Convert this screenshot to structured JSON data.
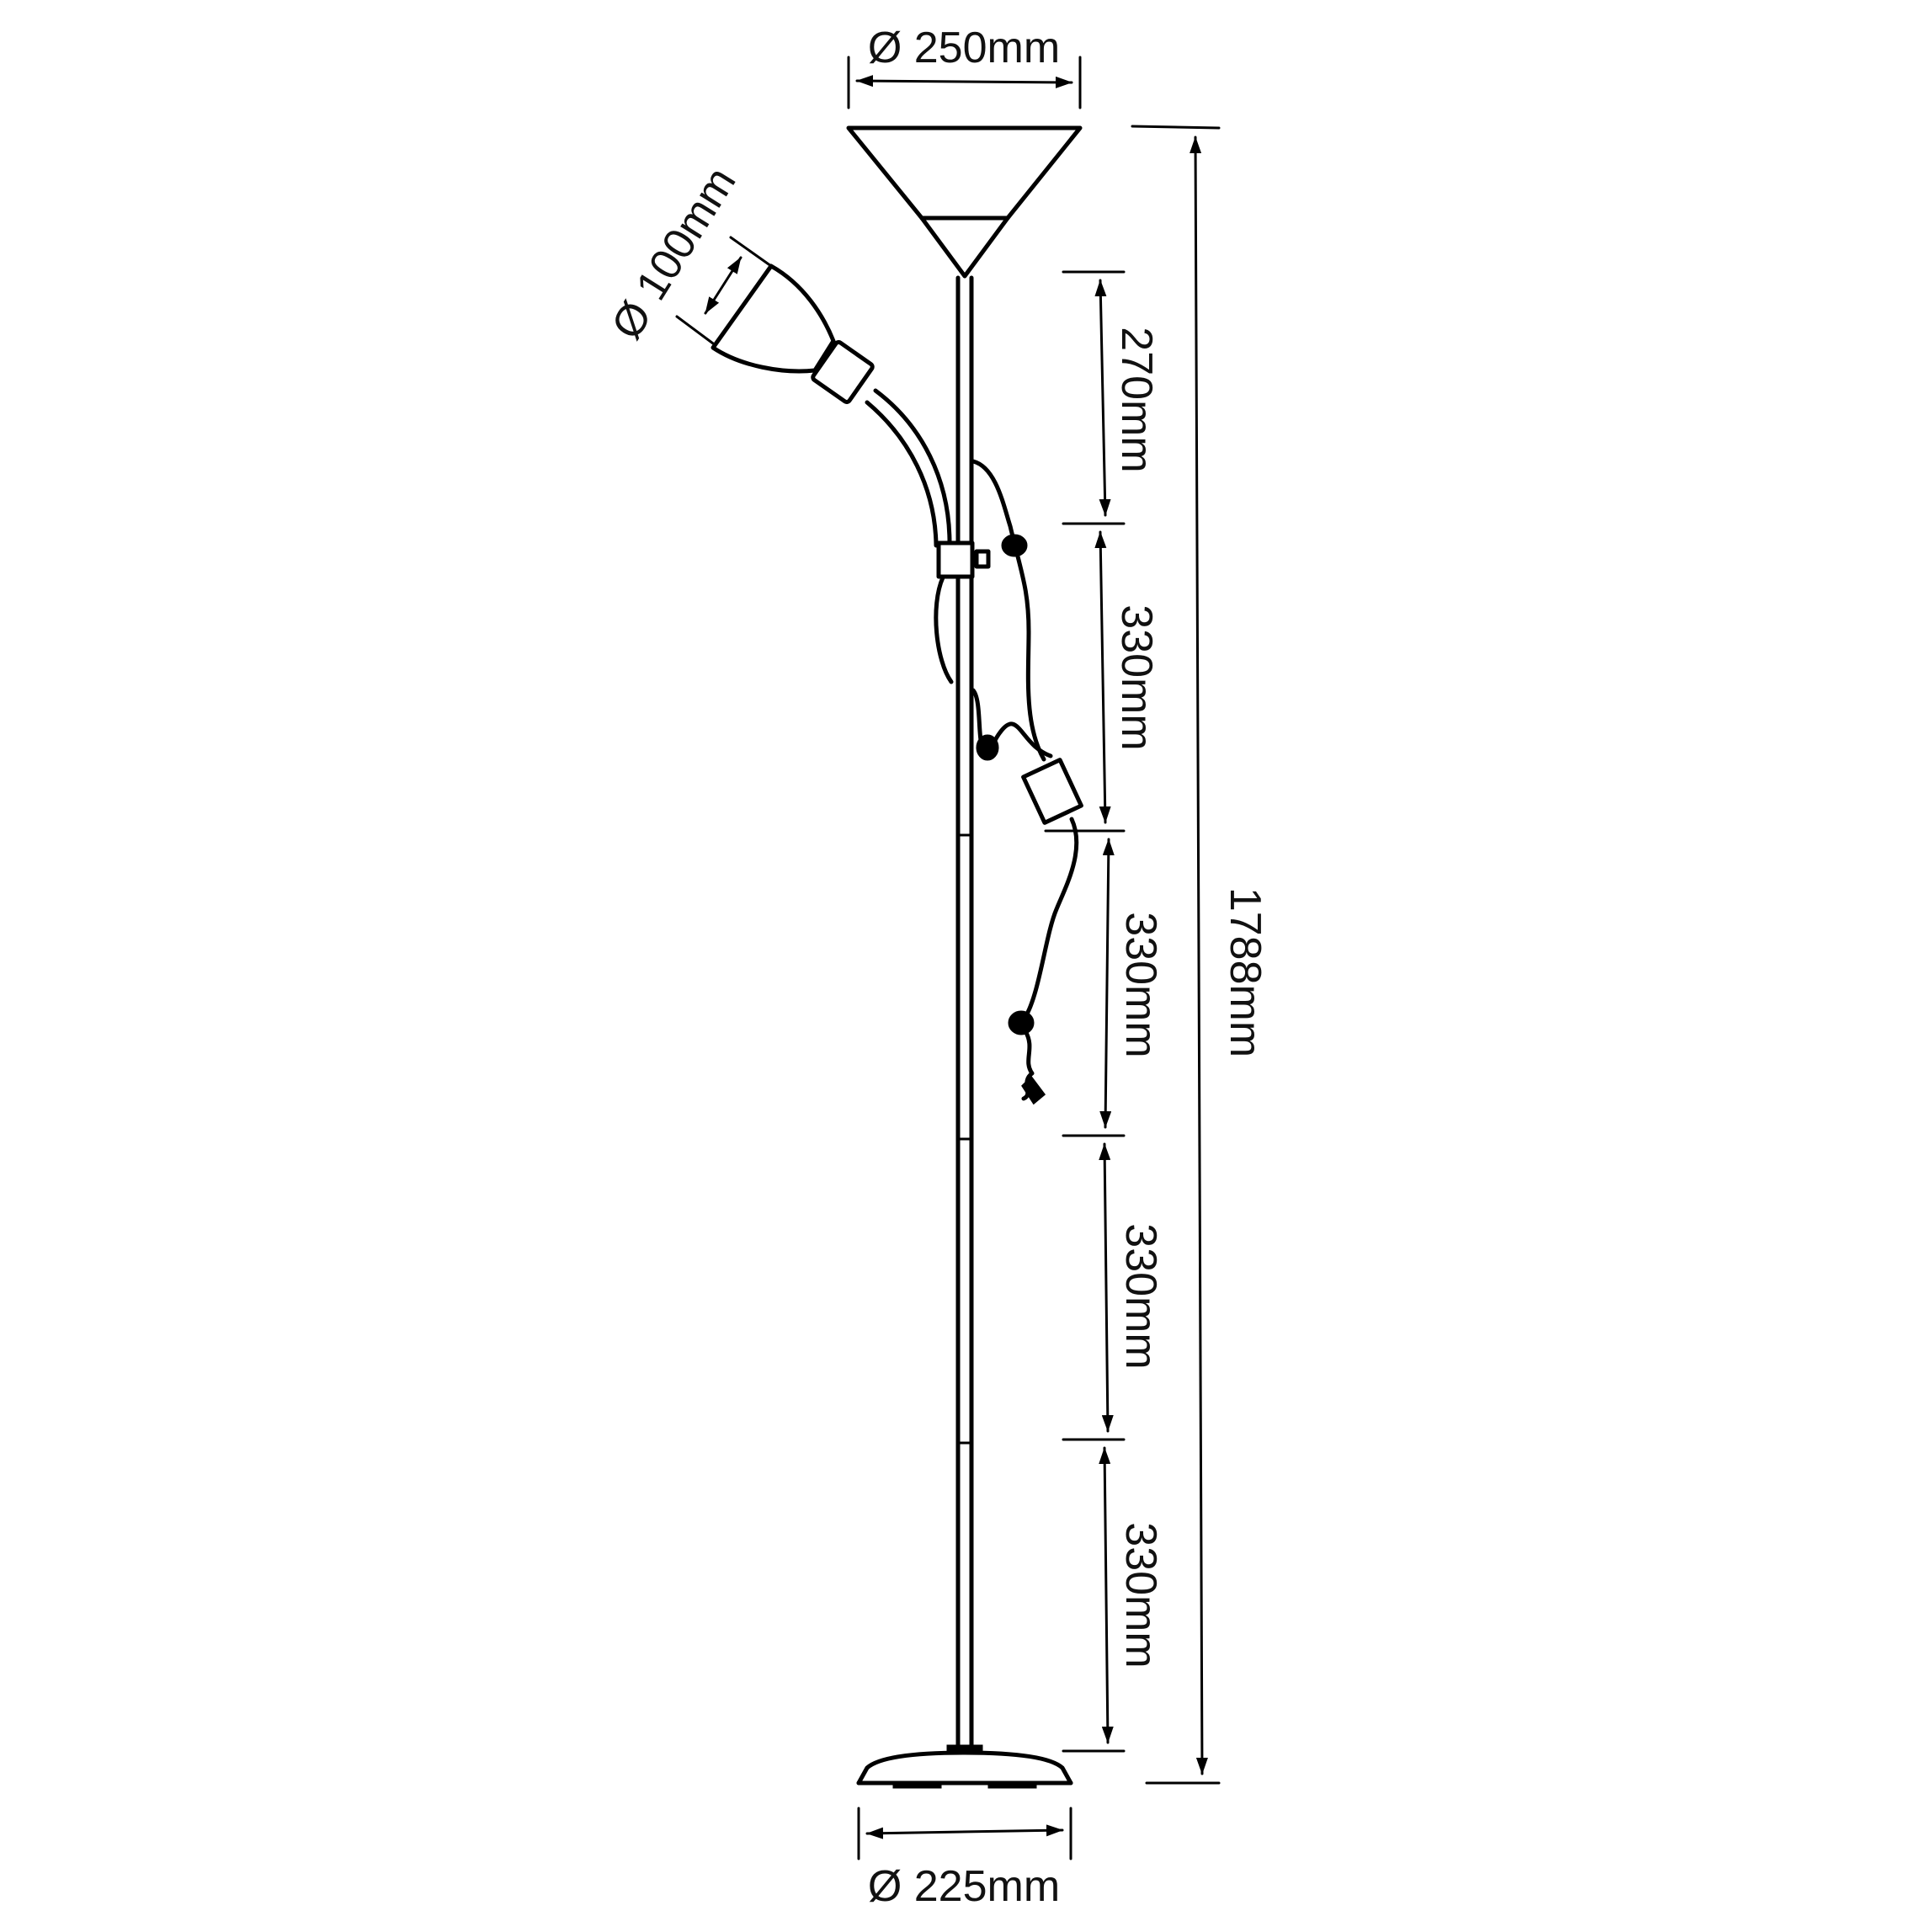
{
  "dimensions": {
    "shade_top_diameter": "Ø 250mm",
    "reading_shade_diameter": "Ø 100mm",
    "base_diameter": "Ø 225mm",
    "total_height": "1788mm",
    "segment_1": "270mm",
    "segment_2": "330mm",
    "segment_3": "330mm",
    "segment_4": "330mm",
    "segment_5": "330mm"
  },
  "colors": {
    "line": "#000000",
    "background": "#ffffff"
  }
}
